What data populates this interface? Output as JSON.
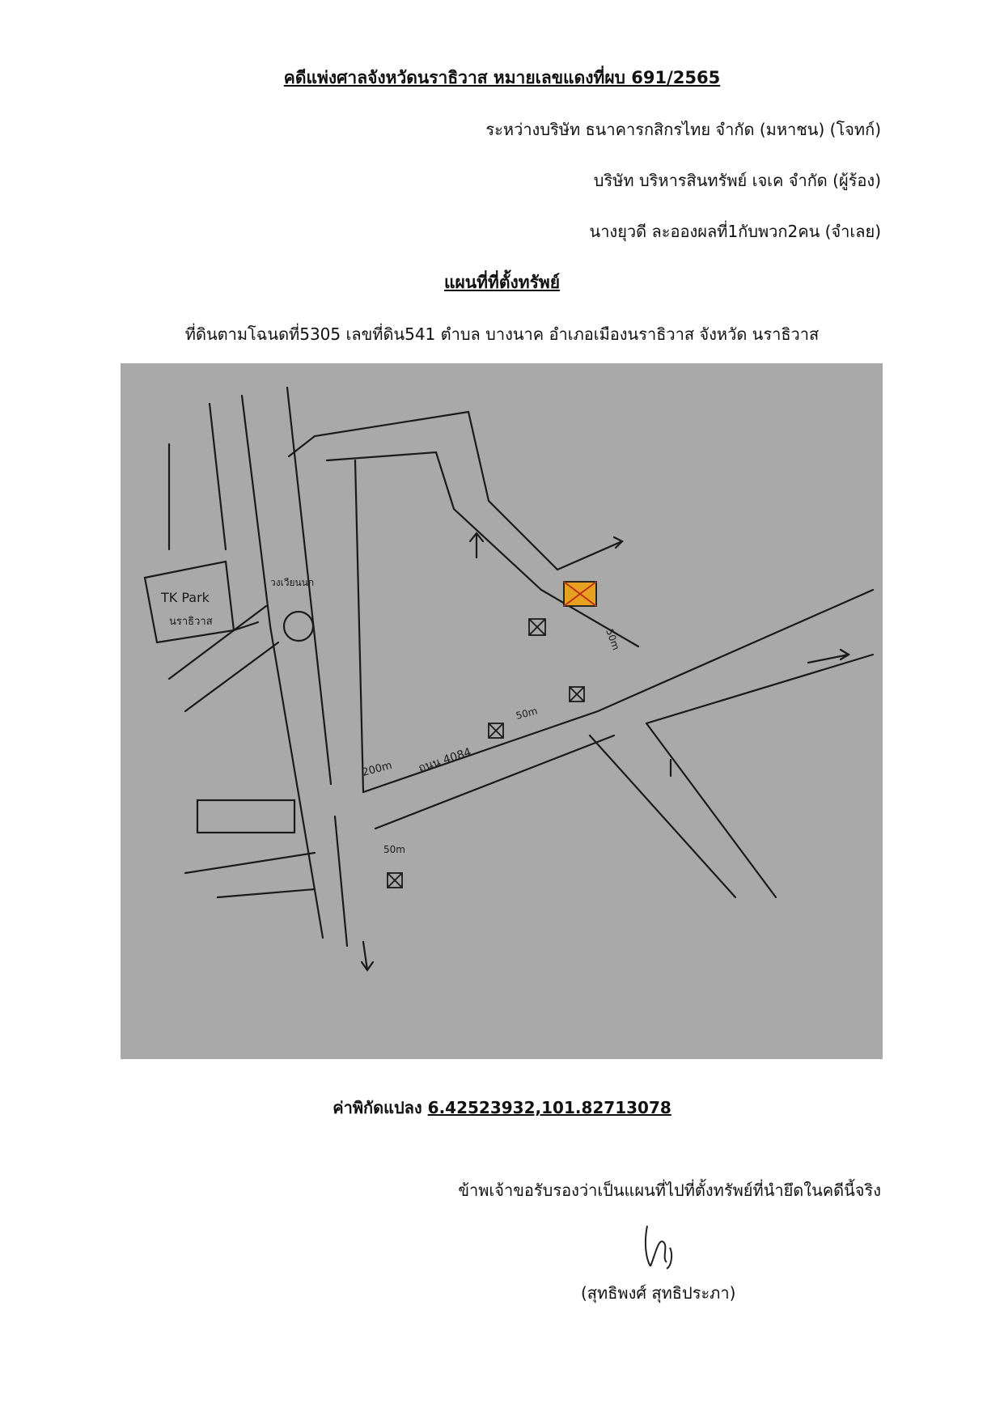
{
  "header": {
    "title": "คดีแพ่งศาลจังหวัดนราธิวาส หมายเลขแดงที่ผบ 691/2565",
    "plaintiff": "ระหว่างบริษัท ธนาคารกสิกรไทย จำกัด (มหาชน) (โจทก์)",
    "petitioner": "บริษัท บริหารสินทรัพย์ เจเค จำกัด (ผู้ร้อง)",
    "defendant": "นางยุวดี ละอองผลที่1กับพวก2คน (จำเลย)"
  },
  "section_title": "แผนที่ที่ตั้งทรัพย์",
  "land_description": "ที่ดินตามโฉนดที่5305 เลขที่ดิน541 ตำบล บางนาค อำเภอเมืองนราธิวาส จังหวัด นราธิวาส",
  "map": {
    "background_color": "#a9a9a9",
    "line_color": "#1a1a1a",
    "marker_color": "#e8a020",
    "labels": {
      "tk_park": "TK Park",
      "tk_park_sub": "นราธิวาส",
      "circle": "วงเวียนนก",
      "road_4084": "ถนน 4084",
      "dist_200": "200m",
      "dist_50_a": "50m",
      "dist_50_b": "50m",
      "dist_50_c": "50m"
    }
  },
  "coordinates": {
    "label": "ค่าพิกัดแปลง",
    "value": "6.42523932,101.82713078"
  },
  "certification": "ข้าพเจ้าขอรับรองว่าเป็นแผนที่ไปที่ตั้งทรัพย์ที่นำยึดในคดีนี้จริง",
  "signer": "(สุทธิพงศ์ สุทธิประภา)"
}
